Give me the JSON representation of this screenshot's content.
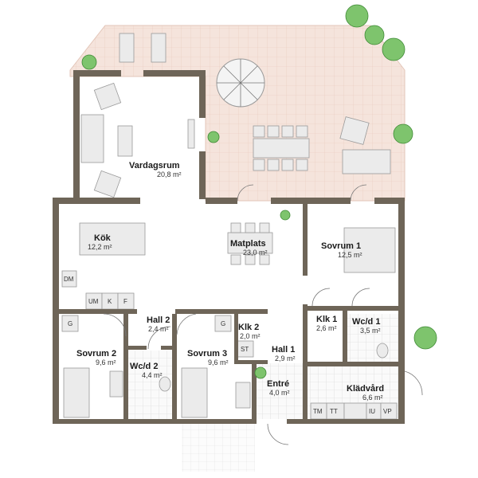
{
  "rooms": {
    "vardagsrum": {
      "name": "Vardagsrum",
      "area": "20,8 m²"
    },
    "kok": {
      "name": "Kök",
      "area": "12,2 m²"
    },
    "matplats": {
      "name": "Matplats",
      "area": "23,0 m²"
    },
    "sovrum1": {
      "name": "Sovrum 1",
      "area": "12,5 m²"
    },
    "hall2": {
      "name": "Hall 2",
      "area": "2,4 m²"
    },
    "sovrum2": {
      "name": "Sovrum 2",
      "area": "9,6 m²"
    },
    "wcd2": {
      "name": "Wc/d 2",
      "area": "4,4 m²"
    },
    "sovrum3": {
      "name": "Sovrum 3",
      "area": "9,6 m²"
    },
    "klk2": {
      "name": "Klk 2",
      "area": "2,0 m²"
    },
    "hall1": {
      "name": "Hall 1",
      "area": "2,9 m²"
    },
    "entre": {
      "name": "Entré",
      "area": "4,0 m²"
    },
    "klk1": {
      "name": "Klk 1",
      "area": "2,6 m²"
    },
    "wcd1": {
      "name": "Wc/d 1",
      "area": "3,5 m²"
    },
    "kladvard": {
      "name": "Klädvård",
      "area": "6,6 m²"
    }
  },
  "fixtures": {
    "dm": "DM",
    "um": "UM",
    "k": "K",
    "f": "F",
    "g1": "G",
    "g2": "G",
    "st": "ST",
    "tm": "TM",
    "tt": "TT",
    "iu": "IU",
    "vp": "VP"
  },
  "colors": {
    "wall": "#6e6558",
    "deck": "#f5e4dc",
    "plant": "#7ec46d"
  }
}
